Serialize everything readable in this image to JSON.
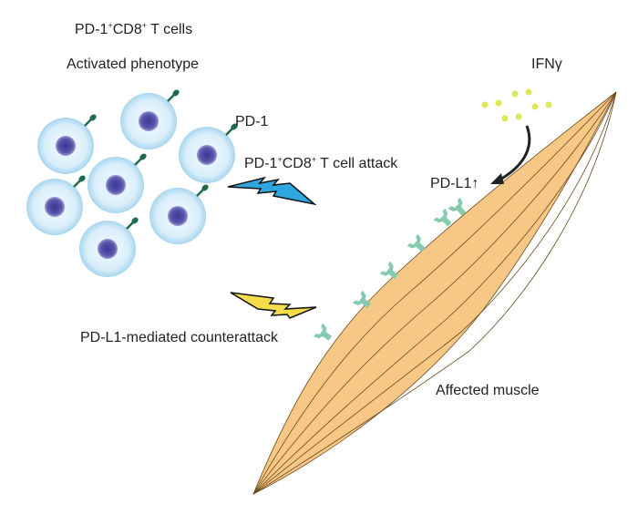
{
  "labels": {
    "cells_title_prefix": "PD-1",
    "cells_title_mid": "CD8",
    "cells_title_suffix": " T cells",
    "phenotype": "Activated phenotype",
    "pd1": "PD-1",
    "attack_prefix": "PD-1",
    "attack_mid": "CD8",
    "attack_suffix": " T cell attack",
    "sup_plus": "+",
    "ifng": "IFNγ",
    "pdl1_up": "PD-L1↑",
    "counterattack": "PD-L1-mediated counterattack",
    "muscle": "Affected muscle"
  },
  "colors": {
    "cell_fill": "#dcf0fb",
    "cell_edge": "#a9d6f0",
    "nucleus": "#4a47a0",
    "receptor": "#1d6b4a",
    "muscle_fill": "#f7c885",
    "muscle_line": "#6b4a1e",
    "pdl1": "#86cbb0",
    "attack_bolt": "#2ea6e0",
    "counter_bolt": "#f4dc4a",
    "ifng_dots": "#dce85a"
  }
}
